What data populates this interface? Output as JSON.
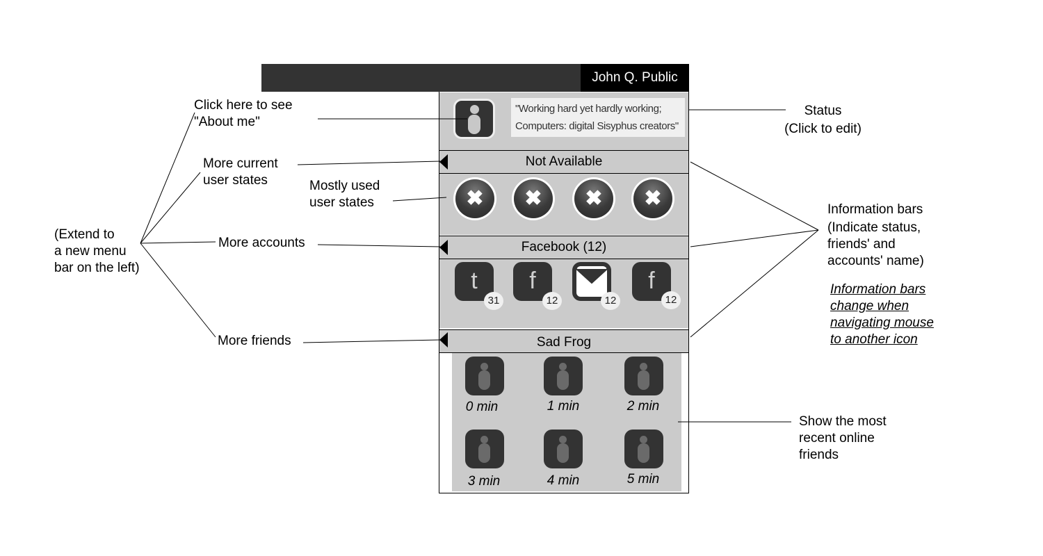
{
  "header": {
    "user_name": "John Q. Public"
  },
  "profile": {
    "avatar_icon": "person-icon",
    "status_lines": [
      "\"Working hard yet hardly working;",
      "Computers: digital Sisyphus creators\""
    ]
  },
  "info_bars": {
    "state": "Not Available",
    "account": "Facebook (12)",
    "friend": "Sad Frog"
  },
  "user_states": [
    {
      "icon": "close-icon",
      "glyph": "✖"
    },
    {
      "icon": "close-icon",
      "glyph": "✖"
    },
    {
      "icon": "close-icon",
      "glyph": "✖"
    },
    {
      "icon": "close-icon",
      "glyph": "✖"
    }
  ],
  "accounts": [
    {
      "icon": "tumblr-icon",
      "glyph": "t",
      "count": "31"
    },
    {
      "icon": "facebook-icon",
      "glyph": "f",
      "count": "12"
    },
    {
      "icon": "mail-icon",
      "glyph": "",
      "count": "12"
    },
    {
      "icon": "facebook-icon",
      "glyph": "f",
      "count": "12"
    }
  ],
  "friends": [
    {
      "label": "0 min"
    },
    {
      "label": "1 min"
    },
    {
      "label": "2 min"
    },
    {
      "label": "3 min"
    },
    {
      "label": "4 min"
    },
    {
      "label": "5 min"
    }
  ],
  "annotations": {
    "about_me": [
      "Click here to see",
      "\"About me\""
    ],
    "more_states": [
      "More current",
      "user states"
    ],
    "mostly_used": [
      "Mostly used",
      "user states"
    ],
    "extend": [
      "(Extend to",
      "a new menu",
      "bar on the left)"
    ],
    "more_accounts": "More accounts",
    "more_friends": "More friends",
    "status": [
      "Status",
      "(Click to edit)"
    ],
    "info_bars": [
      "Information bars",
      "(Indicate status,",
      "friends' and",
      "accounts' name)"
    ],
    "info_note": [
      "Information bars",
      "change when",
      "navigating mouse",
      "to another icon"
    ],
    "recent_friends": [
      "Show the most",
      "recent online",
      "friends"
    ]
  }
}
